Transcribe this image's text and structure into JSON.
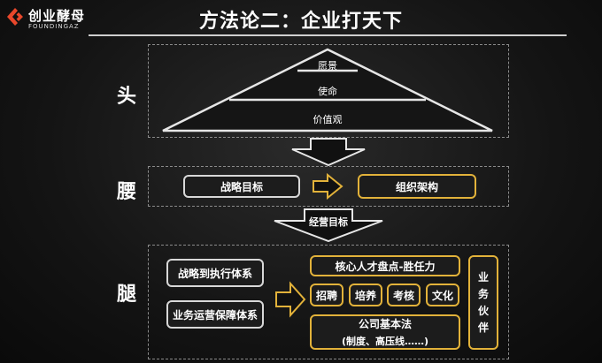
{
  "logo": {
    "name": "创业酵母",
    "sub": "FOUNDINGAZ"
  },
  "title": "方法论二：企业打天下",
  "sections": {
    "head": "头",
    "waist": "腰",
    "legs": "腿"
  },
  "pyramid": {
    "top": "愿景",
    "middle": "使命",
    "bottom": "价值观"
  },
  "waist": {
    "left": "战略目标",
    "right": "组织架构"
  },
  "connector_label": "经营目标",
  "legs": {
    "left_top": "战略到执行体系",
    "left_bottom": "业务运营保障体系",
    "talent": "核心人才盘点-胜任力",
    "items": [
      "招聘",
      "培养",
      "考核",
      "文化"
    ],
    "law_title": "公司基本法",
    "law_sub": "(制度、高压线……)",
    "partner": "业务伙伴"
  },
  "colors": {
    "gold": "#e2b23a",
    "red": "#e8472b",
    "white": "#d8d8d8"
  }
}
